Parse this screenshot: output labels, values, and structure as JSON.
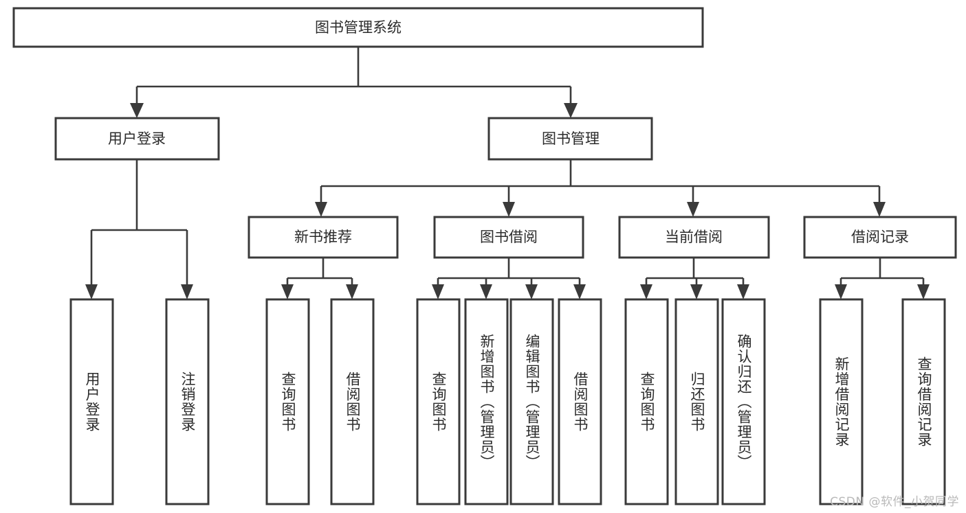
{
  "diagram": {
    "type": "tree",
    "title": "图书管理系统",
    "colors": {
      "background": "#ffffff",
      "box_stroke": "#3a3a3a",
      "box_fill": "#ffffff",
      "text": "#2b2b2b",
      "connector": "#3a3a3a",
      "watermark": "#b9b9b9"
    },
    "root": {
      "label": "图书管理系统"
    },
    "level2": [
      {
        "label": "用户登录"
      },
      {
        "label": "图书管理"
      }
    ],
    "level3": [
      {
        "label": "新书推荐"
      },
      {
        "label": "图书借阅"
      },
      {
        "label": "当前借阅"
      },
      {
        "label": "借阅记录"
      }
    ],
    "leaves": {
      "user_login": [
        {
          "label": "用户登录"
        },
        {
          "label": "注销登录"
        }
      ],
      "new_book_recommend": [
        {
          "label": "查询图书"
        },
        {
          "label": "借阅图书"
        }
      ],
      "book_borrow": [
        {
          "label": "查询图书"
        },
        {
          "label": "新增图书（管理员）"
        },
        {
          "label": "编辑图书（管理员）"
        },
        {
          "label": "借阅图书"
        }
      ],
      "current_borrow": [
        {
          "label": "查询图书"
        },
        {
          "label": "归还图书"
        },
        {
          "label": "确认归还（管理员）"
        }
      ],
      "borrow_record": [
        {
          "label": "新增借阅记录"
        },
        {
          "label": "查询借阅记录"
        }
      ]
    }
  },
  "watermark": {
    "text": "CSDN @软件_小贺同学"
  }
}
